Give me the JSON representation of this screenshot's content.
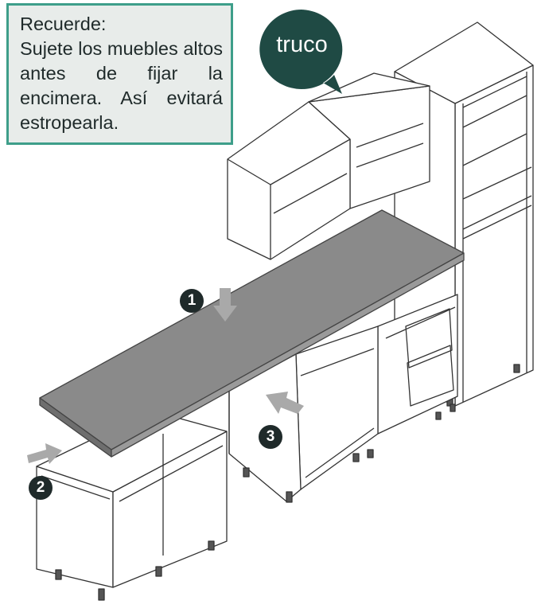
{
  "note": {
    "heading": "Recuerde:",
    "body": "Sujete los muebles altos antes de fijar la encimera. Así evitará estropearla."
  },
  "badge": {
    "label": "truco"
  },
  "steps": [
    "1",
    "2",
    "3"
  ],
  "colors": {
    "note_border": "#3e9e8a",
    "note_background": "#e8ecea",
    "badge": "#1f4a44",
    "countertop": "#8a8a8a",
    "arrows": "#a9a9a9",
    "step_circles": "#1f2a2a"
  }
}
